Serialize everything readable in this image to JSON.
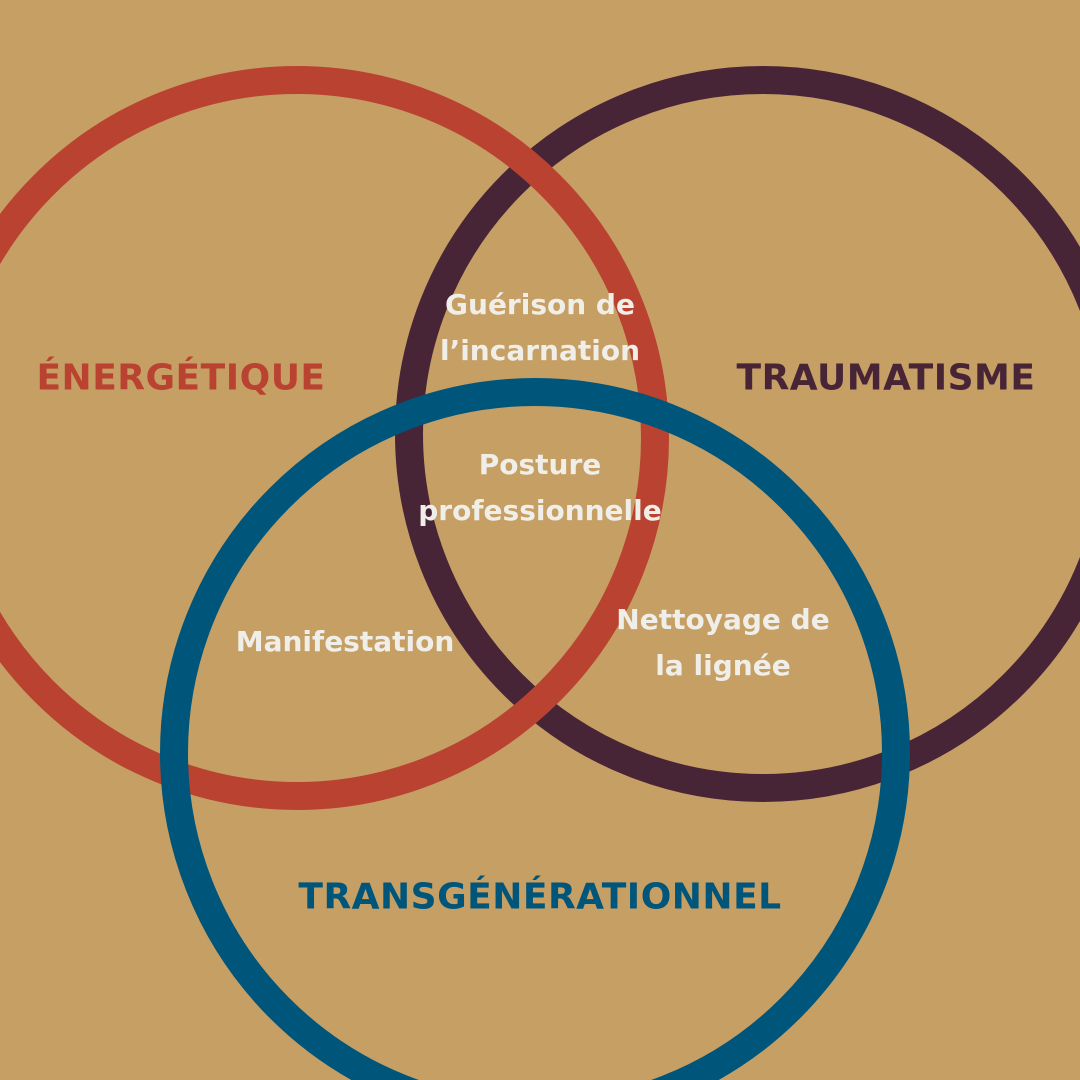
{
  "colors": {
    "background": "#C69F65",
    "energetique": "#B94330",
    "traumatisme": "#472536",
    "transgenerationnel": "#00557A",
    "intersection_text": "#F0EEE8"
  },
  "sets": {
    "energetique": "ÉNERGÉTIQUE",
    "traumatisme": "TRAUMATISME",
    "transgenerationnel": "TRANSGÉNÉRATIONNEL"
  },
  "intersections": {
    "energetique_traumatisme": [
      "Guérison de",
      "l’incarnation"
    ],
    "all_three": [
      "Posture",
      "professionnelle"
    ],
    "energetique_transgenerationnel": "Manifestation",
    "traumatisme_transgenerationnel": [
      "Nettoyage de",
      "la lignée"
    ]
  }
}
